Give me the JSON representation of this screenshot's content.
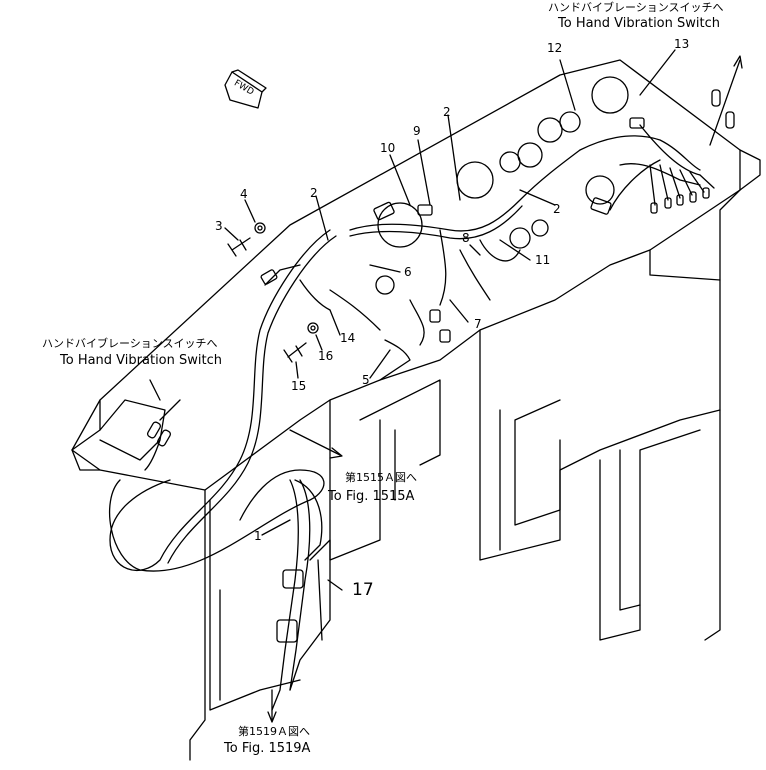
{
  "fwd_label": "FWD",
  "callouts": {
    "top_right_jp": "ハンドバイブレーションスイッチへ",
    "top_right_en": "To Hand Vibration Switch",
    "left_jp": "ハンドバイブレーションスイッチへ",
    "left_en": "To Hand Vibration Switch",
    "mid_jp": "第1515Ａ図へ",
    "mid_en": "To Fig. 1515A",
    "bottom_jp": "第1519Ａ図へ",
    "bottom_en": "To Fig. 1519A"
  },
  "part_numbers": {
    "p1": "1",
    "p2a": "2",
    "p2b": "2",
    "p2c": "2",
    "p3": "3",
    "p4": "4",
    "p5": "5",
    "p6": "6",
    "p7": "7",
    "p8": "8",
    "p9": "9",
    "p10": "10",
    "p11": "11",
    "p12": "12",
    "p13": "13",
    "p14": "14",
    "p15": "15",
    "p16": "16",
    "p17": "17"
  },
  "line_color": "#000000",
  "background": "#ffffff"
}
